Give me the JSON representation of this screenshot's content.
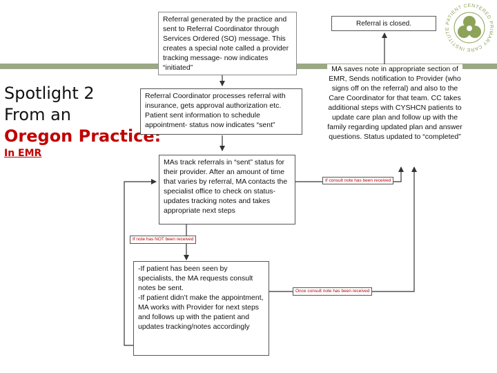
{
  "title": {
    "line1": "Spotlight 2",
    "line2": "From an",
    "line3": "Oregon Practice:",
    "subtitle": "In EMR"
  },
  "boxes": {
    "referral_generated": "Referral generated by the practice and sent to Referral Coordinator through Services Ordered (SO) message. This creates a special note called a provider tracking message- now indicates “initiated”",
    "coordinator": "Referral Coordinator processes referral with insurance, gets approval authorization etc. Patient sent information to schedule appointment- status now indicates “sent”",
    "ma_track": "MAs track referrals in “sent” status for their provider. After an amount of time that varies by referral, MA contacts the specialist office to check on status- updates tracking notes and takes appropriate next steps",
    "if_seen": "-If patient has been seen by specialists, the MA requests consult notes be sent.\n-If patient didn’t make the appointment, MA works with Provider for next steps and follows up with the patient and updates tracking/notes accordingly",
    "closed": "Referral is closed.",
    "ma_saves": "MA saves note in appropriate section of EMR, Sends notification to Provider (who signs off on the referral) and also to the Care Coordinator for that team. CC takes additional steps with CYSHCN patients to update care plan and follow up with the family regarding updated plan and answer questions. Status updated to “completed”"
  },
  "labels": {
    "consult_received": "If consult note has been received",
    "not_received": "If note has NOT been received",
    "once_received": "Once consult note has been received"
  },
  "logo": {
    "text": "PATIENT CENTERED PRIMARY CARE INSTITUTE",
    "color": "#8ea35a",
    "icon": "trefoil-logo-icon"
  },
  "colors": {
    "band": "#9aa884",
    "accent": "#c00000",
    "box_border": "#555555"
  }
}
